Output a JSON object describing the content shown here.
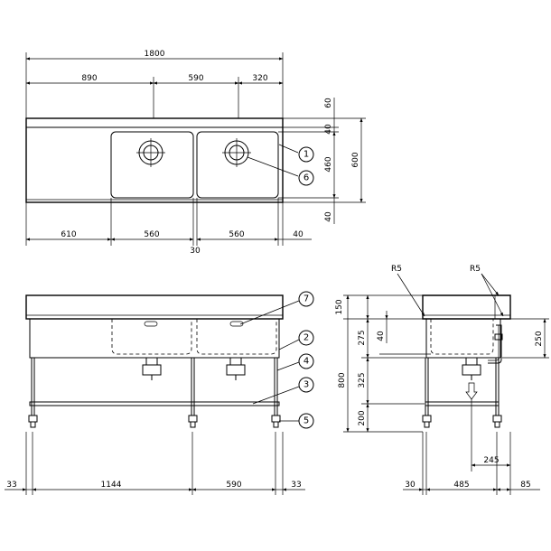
{
  "plan_view": {
    "dims_top": {
      "overall": "1800",
      "left_section": "890",
      "mid_section": "590",
      "right_section": "320"
    },
    "dims_bottom": {
      "drainboard": "610",
      "bowl_left": "560",
      "bowl_right": "560",
      "right_edge": "40",
      "partition": "30"
    },
    "dims_right": {
      "backsplash": "60",
      "front_lip": "40",
      "bowl_depth": "460",
      "back_lip": "40",
      "overall_depth": "600"
    }
  },
  "front_view": {
    "dims_bottom": {
      "left_overhang": "33",
      "left_leg_span": "1144",
      "right_leg_span": "590",
      "right_overhang": "33"
    }
  },
  "side_view": {
    "radius_left": "R5",
    "radius_right": "R5",
    "dims_left": {
      "top_thickness": "150",
      "bowl_depth": "275",
      "drain_offset": "40",
      "mid_height": "325",
      "bottom_height": "200",
      "overall_height": "800"
    },
    "dims_right": {
      "overflow_height": "250",
      "drain_position": "245"
    },
    "dims_bottom": {
      "front_offset": "30",
      "leg_depth": "485",
      "back_offset": "85"
    }
  },
  "callouts": [
    "1",
    "2",
    "3",
    "4",
    "5",
    "6",
    "7"
  ]
}
